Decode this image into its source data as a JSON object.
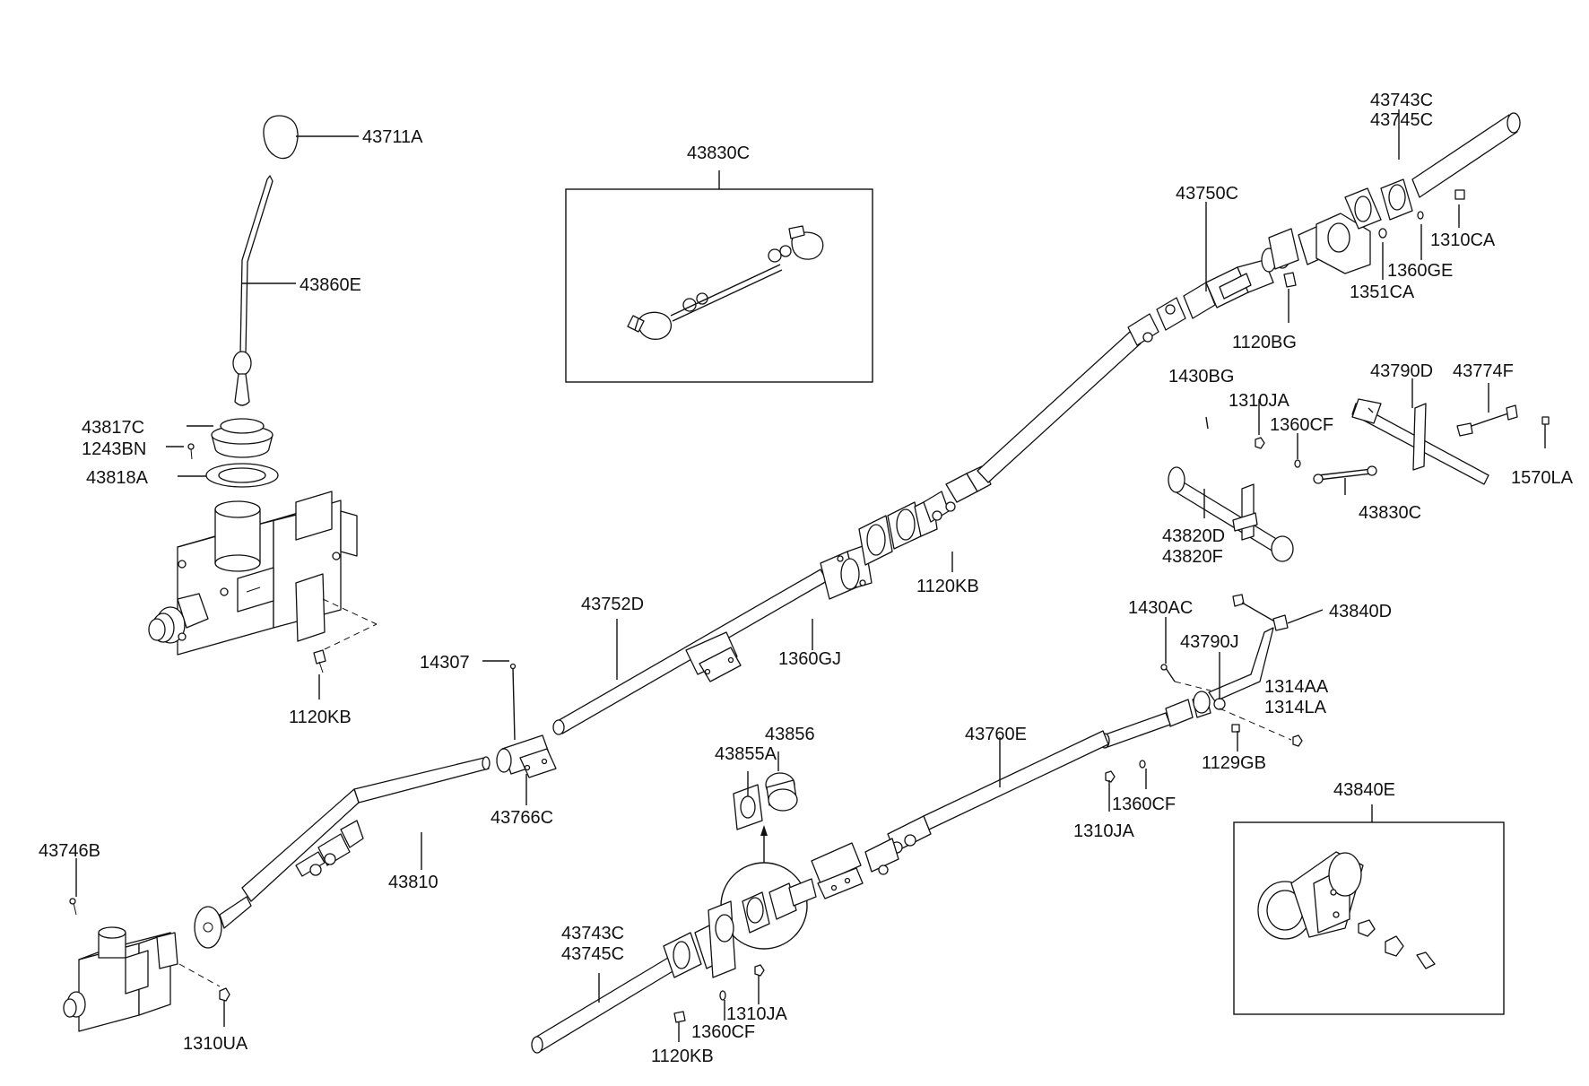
{
  "labels": {
    "l43711A": "43711A",
    "l43860E": "43860E",
    "l43817C": "43817C",
    "l1243BN": "1243BN",
    "l43818A": "43818A",
    "l1120KB_a": "1120KB",
    "l43830C_box": "43830C",
    "l43743C_top": "43743C",
    "l43745C_top": "43745C",
    "l43750C": "43750C",
    "l1310CA": "1310CA",
    "l1360GE": "1360GE",
    "l1351CA": "1351CA",
    "l1120BG": "1120BG",
    "l1430BG": "1430BG",
    "l1310JA_a": "1310JA",
    "l1360CF_a": "1360CF",
    "l43790D": "43790D",
    "l43774F": "43774F",
    "l1570LA": "1570LA",
    "l43830C_b": "43830C",
    "l43820D": "43820D",
    "l43820F": "43820F",
    "l1120KB_b": "1120KB",
    "l43752D": "43752D",
    "l1360GJ": "1360GJ",
    "l14307": "14307",
    "l43766C": "43766C",
    "l43810": "43810",
    "l43746B": "43746B",
    "l1310UA": "1310UA",
    "l43856": "43856",
    "l43855A": "43855A",
    "l43760E": "43760E",
    "l1430AC": "1430AC",
    "l43840D": "43840D",
    "l43790J": "43790J",
    "l1314AA": "1314AA",
    "l1314LA": "1314LA",
    "l1129GB": "1129GB",
    "l1360CF_b": "1360CF",
    "l1310JA_b": "1310JA",
    "l43840E": "43840E",
    "l43743C_bot": "43743C",
    "l43745C_bot": "43745C",
    "l1310JA_c": "1310JA",
    "l1360CF_c": "1360CF",
    "l1120KB_c": "1120KB"
  }
}
